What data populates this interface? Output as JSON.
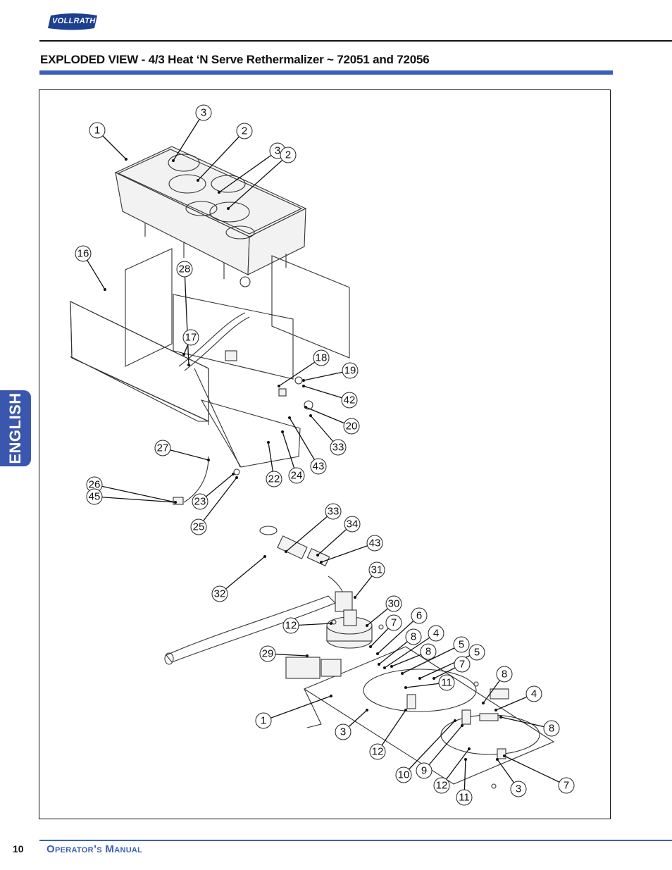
{
  "header": {
    "logo_text": "VOLLRATH"
  },
  "section": {
    "title": "EXPLODED VIEW - 4/3 Heat ‘N Serve Rethermalizer ~ 72051 and 72056"
  },
  "language_tab": "ENGLISH",
  "figure": {
    "callouts": [
      "1",
      "2",
      "3",
      "3",
      "2",
      "16",
      "28",
      "17",
      "18",
      "19",
      "42",
      "20",
      "33",
      "43",
      "24",
      "22",
      "27",
      "26",
      "45",
      "23",
      "25",
      "33",
      "34",
      "43",
      "31",
      "32",
      "30",
      "12",
      "7",
      "6",
      "8",
      "4",
      "29",
      "8",
      "5",
      "5",
      "7",
      "11",
      "8",
      "4",
      "1",
      "3",
      "12",
      "8",
      "10",
      "9",
      "12",
      "11",
      "3",
      "7"
    ]
  },
  "footer": {
    "page_number": "10",
    "manual_title": "Operator’s Manual"
  }
}
